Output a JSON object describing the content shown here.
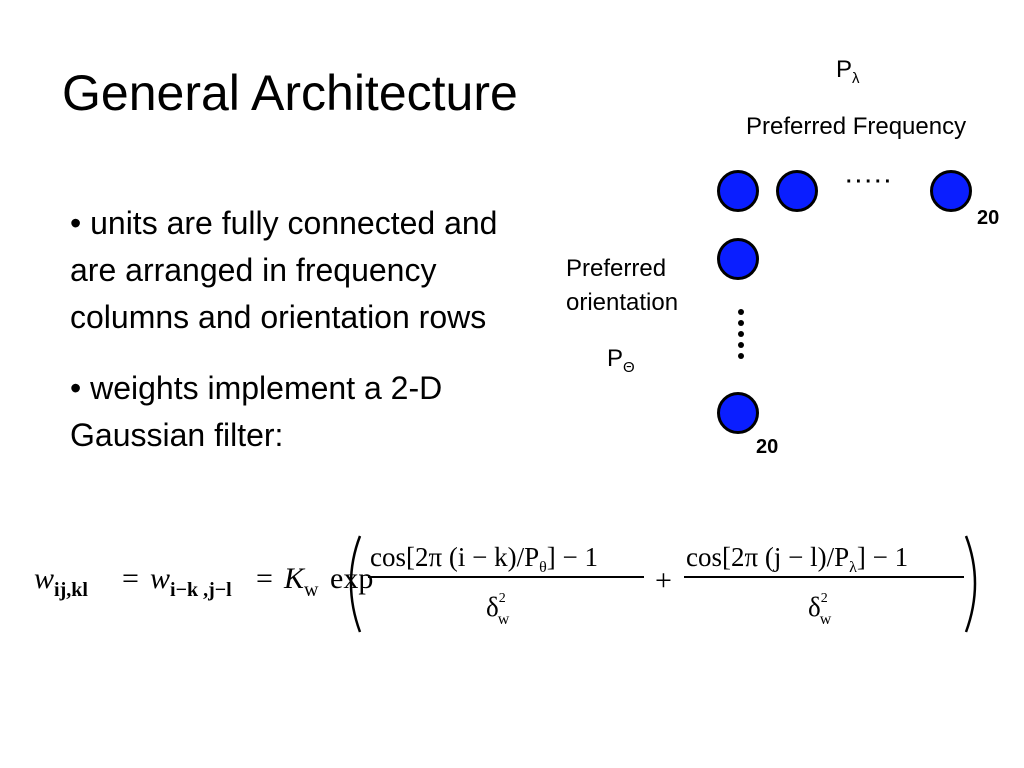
{
  "slide": {
    "title": "General Architecture",
    "bullets": [
      "• units are fully connected and are arranged in frequency columns and orientation rows",
      "• weights implement a 2-D Gaussian filter:"
    ]
  },
  "diagram": {
    "freq_symbol": "P",
    "freq_subscript": "λ",
    "freq_label": "Preferred Frequency",
    "orient_label_line1": "Preferred",
    "orient_label_line2": "orientation",
    "orient_symbol": "P",
    "orient_subscript": "Θ",
    "freq_count": "20",
    "orient_count": "20",
    "unit_color": "#0a1eff"
  },
  "formula": {
    "lhs_w": "w",
    "lhs_sub": "ij,kl",
    "eq1": "=",
    "mid_w": "w",
    "mid_sub": "i−k ,j−l",
    "eq2": "=",
    "K": "K",
    "K_sub": "w",
    "exp": "exp",
    "num1": "cos[2π (i − k)/P",
    "num1_sub": "θ",
    "num1_tail": "] − 1",
    "den": "δ",
    "den_sup": "2",
    "den_sub": "w",
    "plus": "+",
    "num2": "cos[2π (j − l)/P",
    "num2_sub": "λ",
    "num2_tail": "] − 1"
  }
}
